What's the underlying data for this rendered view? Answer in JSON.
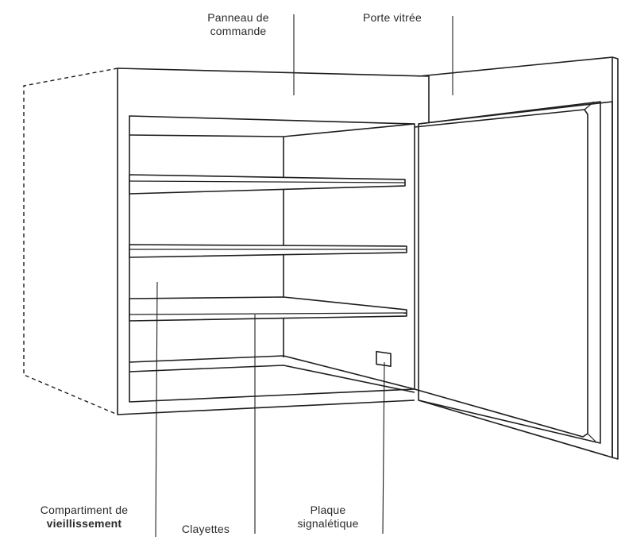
{
  "labels": {
    "control_panel": [
      "Panneau de",
      "commande"
    ],
    "glass_door": "Porte vitrée",
    "aging_compartment": [
      "Compartiment de",
      "vieillissement"
    ],
    "shelves": "Clayettes",
    "rating_plate": [
      "Plaque",
      "signalétique"
    ]
  }
}
